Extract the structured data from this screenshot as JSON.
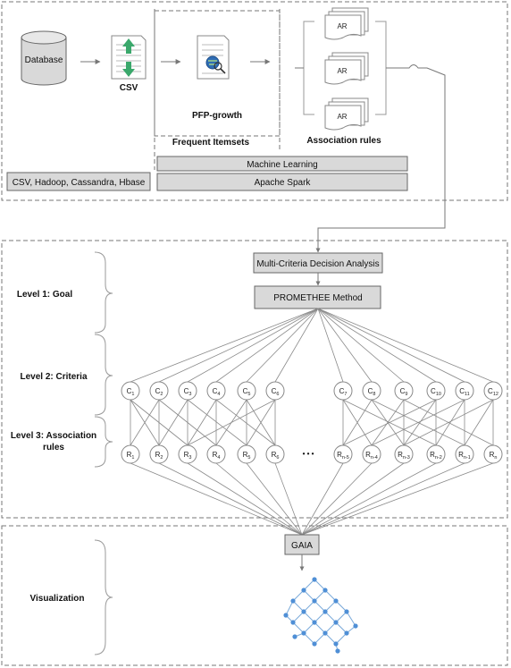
{
  "top": {
    "database": "Database",
    "csv": "CSV",
    "pfp": "PFP-growth",
    "frequent_itemsets": "Frequent Itemsets",
    "association_rules": "Association rules",
    "ar_label": "AR",
    "sources": "CSV, Hadoop, Cassandra, Hbase",
    "machine_learning": "Machine Learning",
    "apache_spark": "Apache Spark"
  },
  "bottom": {
    "mcda": "Multi-Criteria Decision Analysis",
    "promethee": "PROMETHEE Method",
    "level1": "Level 1: Goal",
    "level2": "Level 2: Criteria",
    "level3_line1": "Level 3: Association",
    "level3_line2": "rules",
    "ellipsis": "• • •",
    "criteria": [
      {
        "base": "C",
        "sub": "1"
      },
      {
        "base": "C",
        "sub": "2"
      },
      {
        "base": "C",
        "sub": "3"
      },
      {
        "base": "C",
        "sub": "4"
      },
      {
        "base": "C",
        "sub": "5"
      },
      {
        "base": "C",
        "sub": "6"
      },
      {
        "base": "C",
        "sub": "7"
      },
      {
        "base": "C",
        "sub": "8"
      },
      {
        "base": "C",
        "sub": "9"
      },
      {
        "base": "C",
        "sub": "10"
      },
      {
        "base": "C",
        "sub": "11"
      },
      {
        "base": "C",
        "sub": "12"
      }
    ],
    "rules": [
      {
        "base": "R",
        "sub": "1"
      },
      {
        "base": "R",
        "sub": "2"
      },
      {
        "base": "R",
        "sub": "3"
      },
      {
        "base": "R",
        "sub": "4"
      },
      {
        "base": "R",
        "sub": "5"
      },
      {
        "base": "R",
        "sub": "6"
      },
      {
        "base": "R",
        "sub": "n-5"
      },
      {
        "base": "R",
        "sub": "n-4"
      },
      {
        "base": "R",
        "sub": "n-3"
      },
      {
        "base": "R",
        "sub": "n-2"
      },
      {
        "base": "R",
        "sub": "n-1"
      },
      {
        "base": "R",
        "sub": "n"
      }
    ]
  },
  "visualization": {
    "label": "Visualization",
    "gaia": "GAIA"
  },
  "colors": {
    "box_fill": "#d9d9d9",
    "arrow_green": "#3aa86b",
    "graph_node": "#4f8fd6",
    "graph_edge": "#7aa9d9"
  }
}
